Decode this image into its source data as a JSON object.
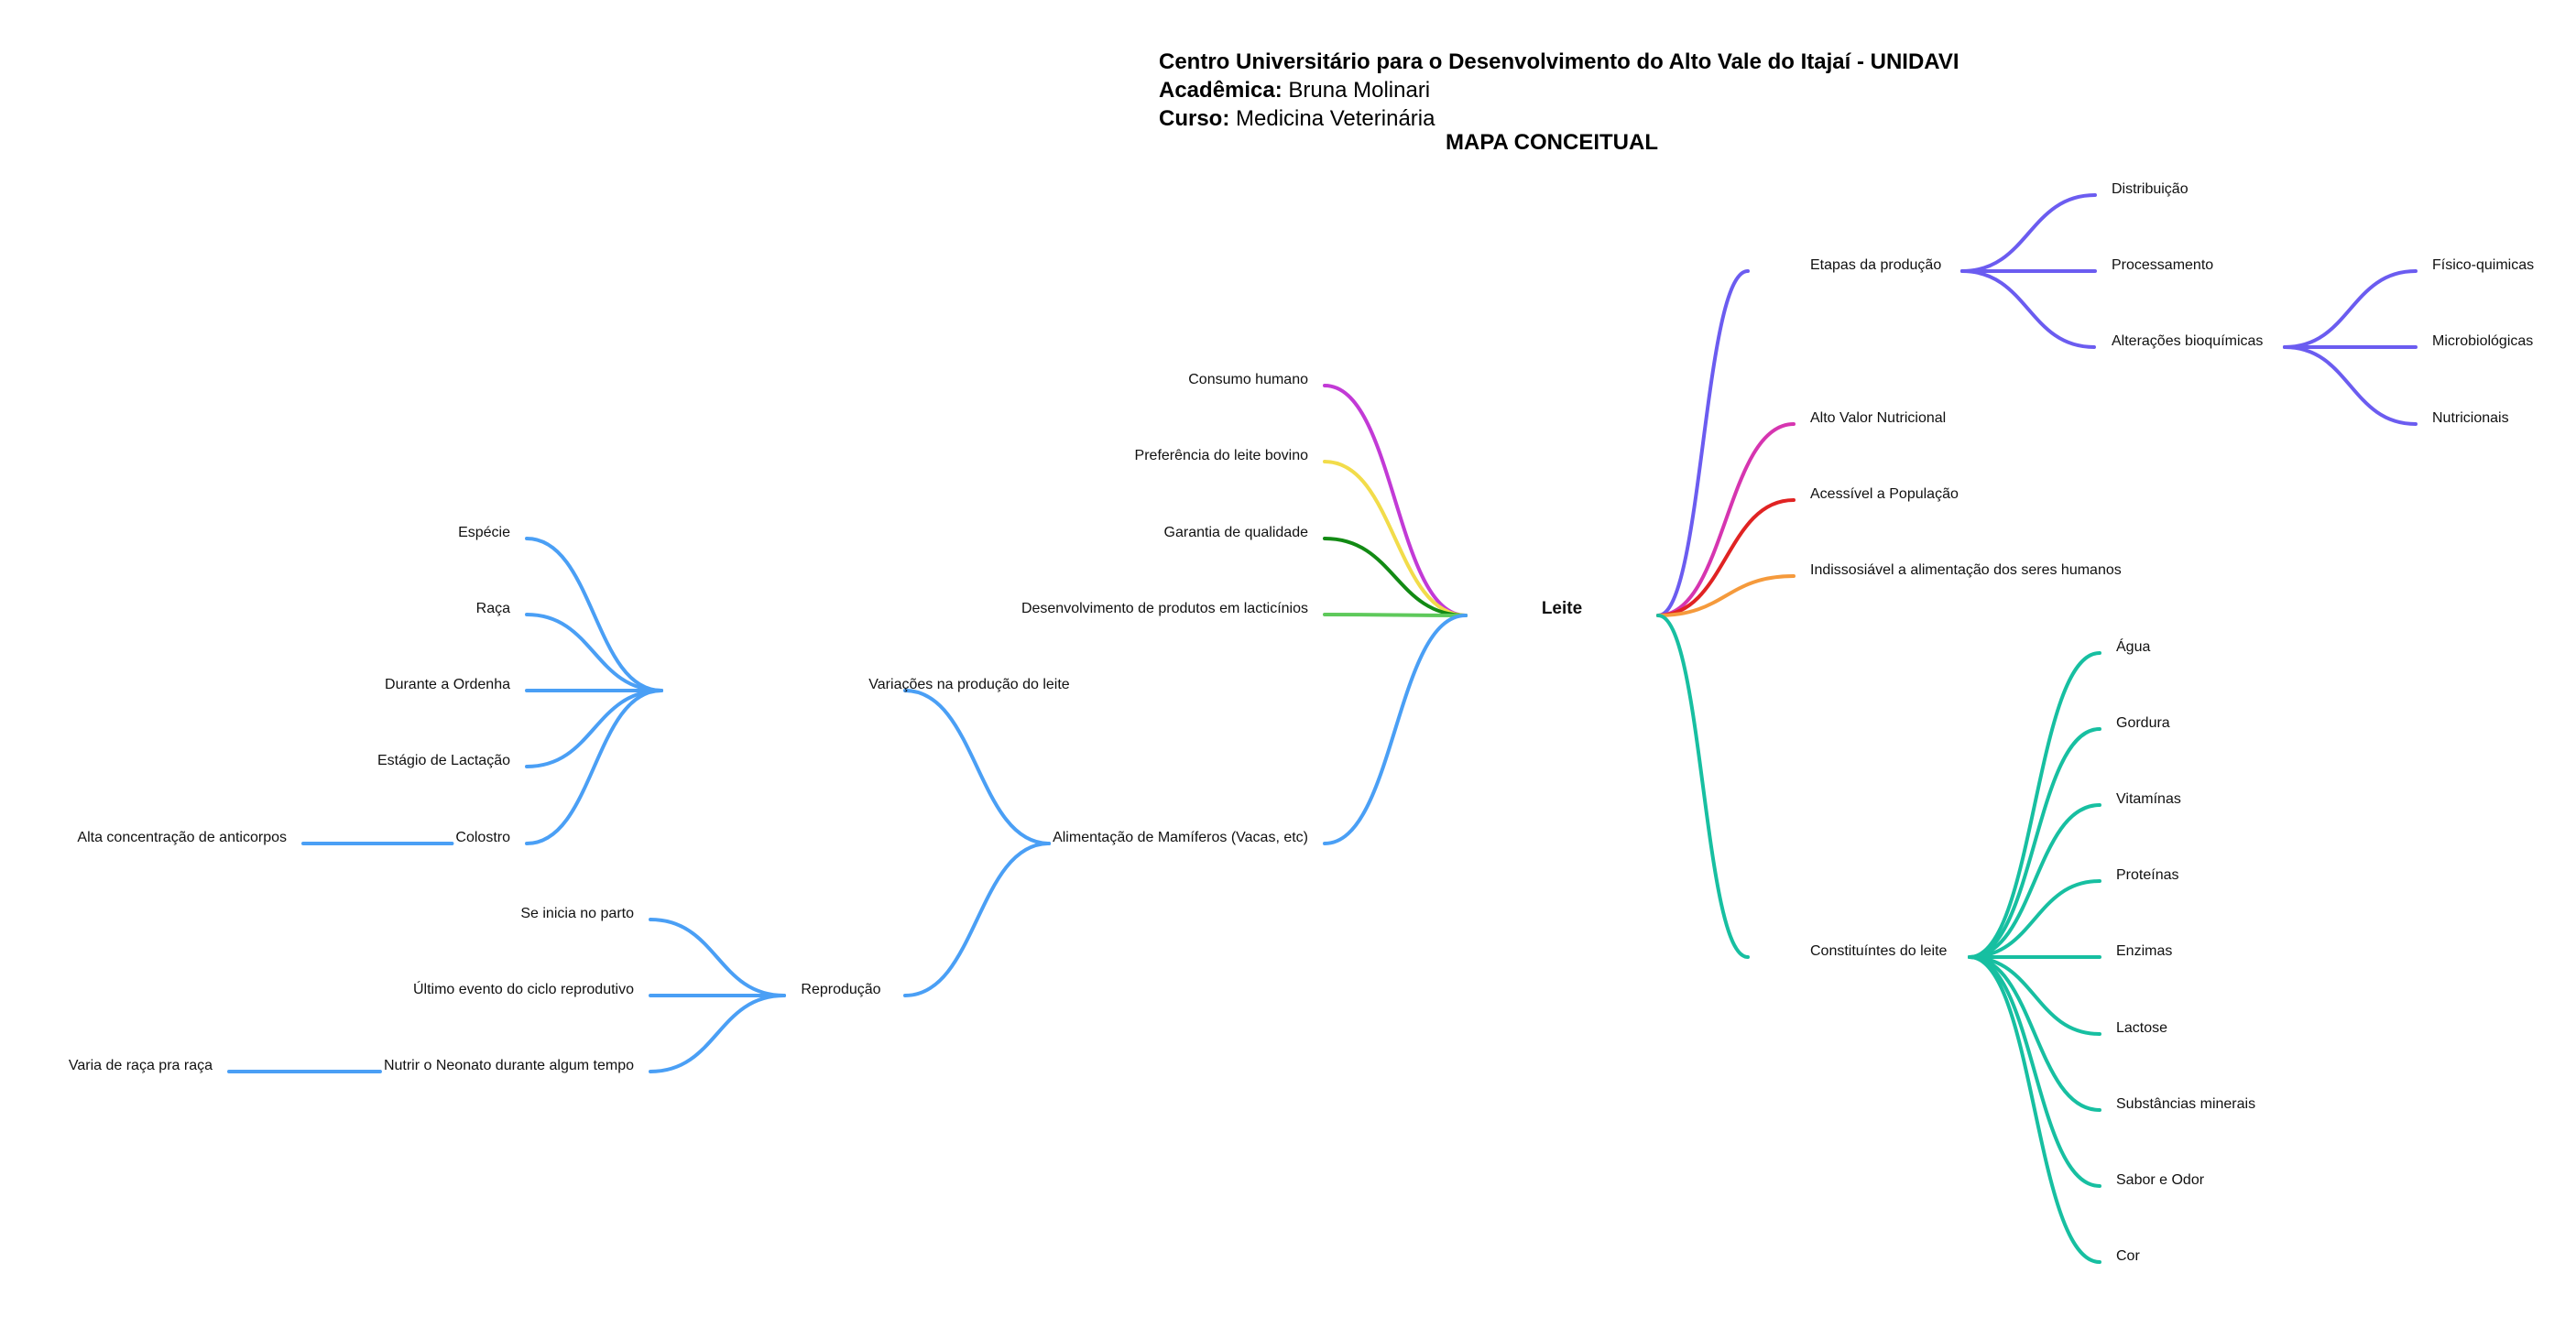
{
  "header": {
    "institution": "Centro Universitário para o Desenvolvimento do Alto Vale do Itajaí - UNIDAVI",
    "student_label": "Acadêmica:",
    "student_name": "Bruna Molinari",
    "course_label": "Curso:",
    "course_name": "Medicina Veterinária",
    "map_title": "MAPA CONCEITUAL"
  },
  "colors": {
    "blue": "#4a9ff5",
    "purple_dark": "#6b5cf0",
    "magenta": "#c23ad6",
    "yellow": "#f2dc4a",
    "green": "#128a14",
    "light_green": "#5ec95b",
    "pink": "#d635b0",
    "red": "#e02323",
    "orange": "#f59a3c",
    "teal": "#17bfa1"
  },
  "map": {
    "root": {
      "id": "root",
      "label": "Leite"
    },
    "nodes": [
      {
        "id": "consumo",
        "label": "Consumo humano",
        "parent": "root",
        "side": "left",
        "color": "#c23ad6"
      },
      {
        "id": "preferencia",
        "label": "Preferência do leite bovino",
        "parent": "root",
        "side": "left",
        "color": "#f2dc4a"
      },
      {
        "id": "garantia",
        "label": "Garantia de qualidade",
        "parent": "root",
        "side": "left",
        "color": "#128a14"
      },
      {
        "id": "desenvolvimento",
        "label": "Desenvolvimento de produtos em lacticínios",
        "parent": "root",
        "side": "left",
        "color": "#5ec95b"
      },
      {
        "id": "alimentacao",
        "label": "Alimentação de Mamíferos (Vacas, etc)",
        "parent": "root",
        "side": "left",
        "color": "#4a9ff5"
      },
      {
        "id": "variacoes",
        "label": "Variações na produção do leite",
        "parent": "alimentacao",
        "side": "left",
        "color": "#4a9ff5"
      },
      {
        "id": "especie",
        "label": "Espécie",
        "parent": "variacoes",
        "side": "left",
        "color": "#4a9ff5"
      },
      {
        "id": "raca",
        "label": "Raça",
        "parent": "variacoes",
        "side": "left",
        "color": "#4a9ff5"
      },
      {
        "id": "ordenha",
        "label": "Durante a Ordenha",
        "parent": "variacoes",
        "side": "left",
        "color": "#4a9ff5"
      },
      {
        "id": "estagio",
        "label": "Estágio de Lactação",
        "parent": "variacoes",
        "side": "left",
        "color": "#4a9ff5"
      },
      {
        "id": "colostro",
        "label": "Colostro",
        "parent": "variacoes",
        "side": "left",
        "color": "#4a9ff5"
      },
      {
        "id": "anticorpos",
        "label": "Alta concentração de anticorpos",
        "parent": "colostro",
        "side": "left",
        "color": "#4a9ff5"
      },
      {
        "id": "reproducao",
        "label": "Reprodução",
        "parent": "alimentacao",
        "side": "left",
        "color": "#4a9ff5"
      },
      {
        "id": "parto",
        "label": "Se inicia no parto",
        "parent": "reproducao",
        "side": "left",
        "color": "#4a9ff5"
      },
      {
        "id": "ultimo",
        "label": "Último evento do ciclo reprodutivo",
        "parent": "reproducao",
        "side": "left",
        "color": "#4a9ff5"
      },
      {
        "id": "neonato",
        "label": "Nutrir o Neonato durante algum tempo",
        "parent": "reproducao",
        "side": "left",
        "color": "#4a9ff5"
      },
      {
        "id": "varia",
        "label": "Varia de raça pra raça",
        "parent": "neonato",
        "side": "left",
        "color": "#4a9ff5"
      },
      {
        "id": "etapas",
        "label": "Etapas da produção",
        "parent": "root",
        "side": "right",
        "color": "#6b5cf0"
      },
      {
        "id": "distribuicao",
        "label": "Distribuição",
        "parent": "etapas",
        "side": "right",
        "color": "#6b5cf0"
      },
      {
        "id": "processamento",
        "label": "Processamento",
        "parent": "etapas",
        "side": "right",
        "color": "#6b5cf0"
      },
      {
        "id": "alteracoes",
        "label": "Alterações bioquímicas",
        "parent": "etapas",
        "side": "right",
        "color": "#6b5cf0"
      },
      {
        "id": "fisico",
        "label": "Físico-quimicas",
        "parent": "alteracoes",
        "side": "right",
        "color": "#6b5cf0"
      },
      {
        "id": "micro",
        "label": "Microbiológicas",
        "parent": "alteracoes",
        "side": "right",
        "color": "#6b5cf0"
      },
      {
        "id": "nutricionais",
        "label": "Nutricionais",
        "parent": "alteracoes",
        "side": "right",
        "color": "#6b5cf0"
      },
      {
        "id": "alto",
        "label": "Alto Valor Nutricional",
        "parent": "root",
        "side": "right",
        "color": "#d635b0"
      },
      {
        "id": "acessivel",
        "label": "Acessível a População",
        "parent": "root",
        "side": "right",
        "color": "#e02323"
      },
      {
        "id": "indissociavel",
        "label": "Indissosiável a alimentação dos seres humanos",
        "parent": "root",
        "side": "right",
        "color": "#f59a3c"
      },
      {
        "id": "constituintes",
        "label": "Constituíntes do leite",
        "parent": "root",
        "side": "right",
        "color": "#17bfa1"
      },
      {
        "id": "agua",
        "label": "Água",
        "parent": "constituintes",
        "side": "right",
        "color": "#17bfa1"
      },
      {
        "id": "gordura",
        "label": "Gordura",
        "parent": "constituintes",
        "side": "right",
        "color": "#17bfa1"
      },
      {
        "id": "vitaminas",
        "label": "Vitamínas",
        "parent": "constituintes",
        "side": "right",
        "color": "#17bfa1"
      },
      {
        "id": "proteinas",
        "label": "Proteínas",
        "parent": "constituintes",
        "side": "right",
        "color": "#17bfa1"
      },
      {
        "id": "enzimas",
        "label": "Enzimas",
        "parent": "constituintes",
        "side": "right",
        "color": "#17bfa1"
      },
      {
        "id": "lactose",
        "label": "Lactose",
        "parent": "constituintes",
        "side": "right",
        "color": "#17bfa1"
      },
      {
        "id": "minerais",
        "label": "Substâncias minerais",
        "parent": "constituintes",
        "side": "right",
        "color": "#17bfa1"
      },
      {
        "id": "sabor",
        "label": "Sabor e Odor",
        "parent": "constituintes",
        "side": "right",
        "color": "#17bfa1"
      },
      {
        "id": "cor",
        "label": "Cor",
        "parent": "constituintes",
        "side": "right",
        "color": "#17bfa1"
      }
    ]
  }
}
